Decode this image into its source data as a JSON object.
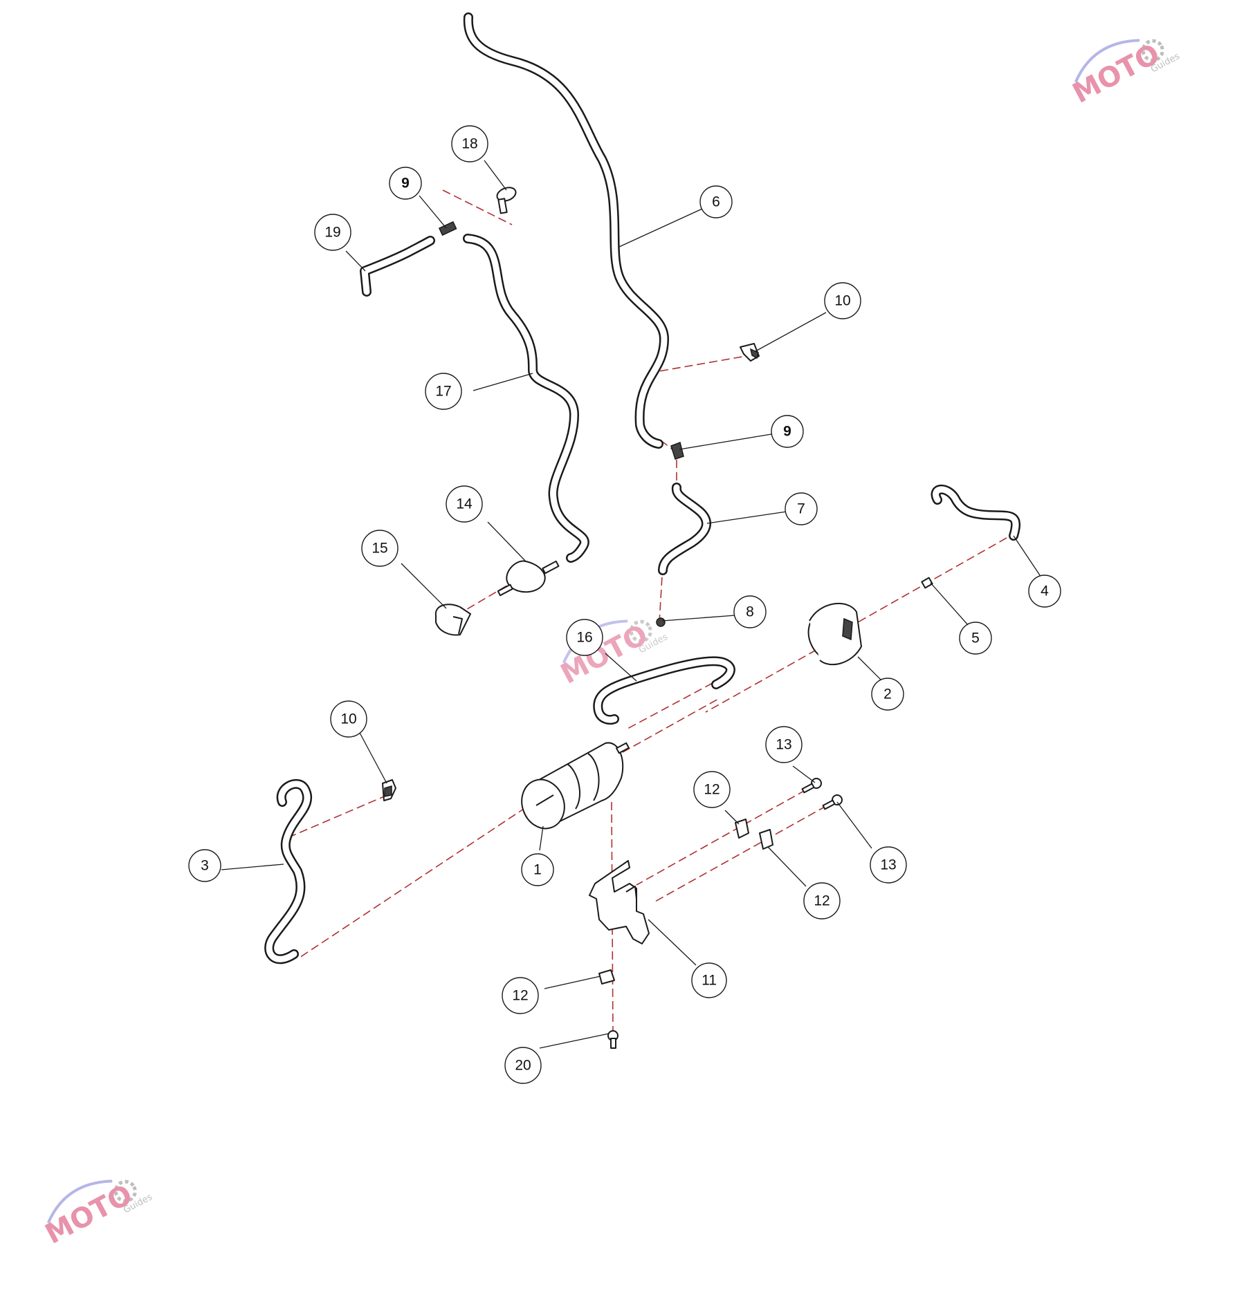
{
  "callouts": [
    {
      "id": "c1",
      "label": "1",
      "bold": false
    },
    {
      "id": "c2",
      "label": "2",
      "bold": false
    },
    {
      "id": "c3",
      "label": "3",
      "bold": false
    },
    {
      "id": "c4",
      "label": "4",
      "bold": false
    },
    {
      "id": "c5",
      "label": "5",
      "bold": false
    },
    {
      "id": "c6",
      "label": "6",
      "bold": false
    },
    {
      "id": "c7",
      "label": "7",
      "bold": false
    },
    {
      "id": "c8",
      "label": "8",
      "bold": false
    },
    {
      "id": "c9a",
      "label": "9",
      "bold": true
    },
    {
      "id": "c9b",
      "label": "9",
      "bold": true
    },
    {
      "id": "c10a",
      "label": "10",
      "bold": false
    },
    {
      "id": "c10b",
      "label": "10",
      "bold": false
    },
    {
      "id": "c11",
      "label": "11",
      "bold": false
    },
    {
      "id": "c12a",
      "label": "12",
      "bold": false
    },
    {
      "id": "c12b",
      "label": "12",
      "bold": false
    },
    {
      "id": "c12c",
      "label": "12",
      "bold": false
    },
    {
      "id": "c13a",
      "label": "13",
      "bold": false
    },
    {
      "id": "c13b",
      "label": "13",
      "bold": false
    },
    {
      "id": "c14",
      "label": "14",
      "bold": false
    },
    {
      "id": "c15",
      "label": "15",
      "bold": false
    },
    {
      "id": "c16",
      "label": "16",
      "bold": false
    },
    {
      "id": "c17",
      "label": "17",
      "bold": false
    },
    {
      "id": "c18",
      "label": "18",
      "bold": false
    },
    {
      "id": "c19",
      "label": "19",
      "bold": false
    },
    {
      "id": "c20",
      "label": "20",
      "bold": false
    }
  ],
  "watermark": {
    "main": "MOTO",
    "sub": "Guides"
  },
  "colors": {
    "line": "#1a1a1a",
    "dash": "#b03030",
    "watermark": "#d63a6a"
  }
}
